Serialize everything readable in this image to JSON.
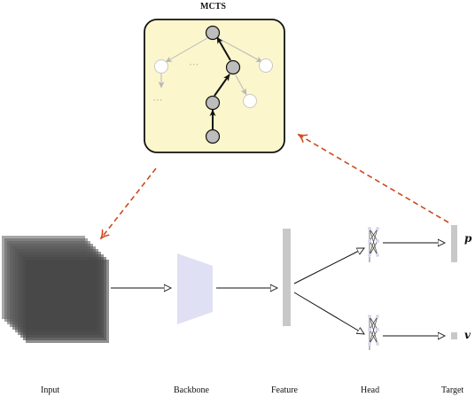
{
  "mcts": {
    "title": "MCTS",
    "ellipsis_top": "···",
    "ellipsis_left": "···"
  },
  "labels": {
    "input": "Input",
    "backbone": "Backbone",
    "feature": "Feature",
    "head": "Head",
    "target": "Target"
  },
  "outputs": {
    "policy": "p",
    "value": "v"
  },
  "colors": {
    "mcts_fill": "#fcf6cc",
    "node_active": "#bdbdbd",
    "node_inactive": "#ffffff",
    "backbone_fill": "#e0e0f4",
    "feature_fill": "#c8c8c8",
    "target_fill": "#c8c8c8",
    "dashed_arrow": "#cc4a1f"
  }
}
